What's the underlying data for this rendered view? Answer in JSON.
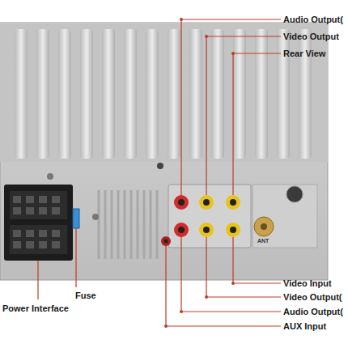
{
  "diagram": {
    "labels": [
      "Audio Output(",
      "Video Output",
      "Rear View",
      "Video Input",
      "Video Output(",
      "Audio Output(",
      "AUX Input",
      "Fuse",
      "Power Interface",
      "ANT"
    ]
  }
}
